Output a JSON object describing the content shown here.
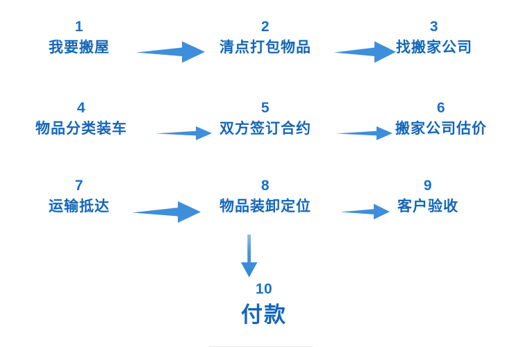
{
  "diagram": {
    "title_color": "#1466b8",
    "accent_color": "#3e8edc",
    "background": "#ffffff",
    "steps": [
      {
        "num": "1",
        "label": "我要搬屋"
      },
      {
        "num": "2",
        "label": "清点打包物品"
      },
      {
        "num": "3",
        "label": "找搬家公司"
      },
      {
        "num": "4",
        "label": "物品分类装车"
      },
      {
        "num": "5",
        "label": "双方签订合约"
      },
      {
        "num": "6",
        "label": "搬家公司估价"
      },
      {
        "num": "7",
        "label": "运输抵达"
      },
      {
        "num": "8",
        "label": "物品装卸定位"
      },
      {
        "num": "9",
        "label": "客户验收"
      },
      {
        "num": "10",
        "label": "付款"
      }
    ],
    "connectors": [
      {
        "name": "arrow-1-to-2",
        "direction": "right"
      },
      {
        "name": "arrow-2-to-3",
        "direction": "right"
      },
      {
        "name": "arrow-4-to-5",
        "direction": "right"
      },
      {
        "name": "arrow-5-to-6",
        "direction": "right"
      },
      {
        "name": "arrow-7-to-8",
        "direction": "right"
      },
      {
        "name": "arrow-8-to-9",
        "direction": "right"
      },
      {
        "name": "arrow-8-to-10",
        "direction": "down"
      }
    ]
  }
}
